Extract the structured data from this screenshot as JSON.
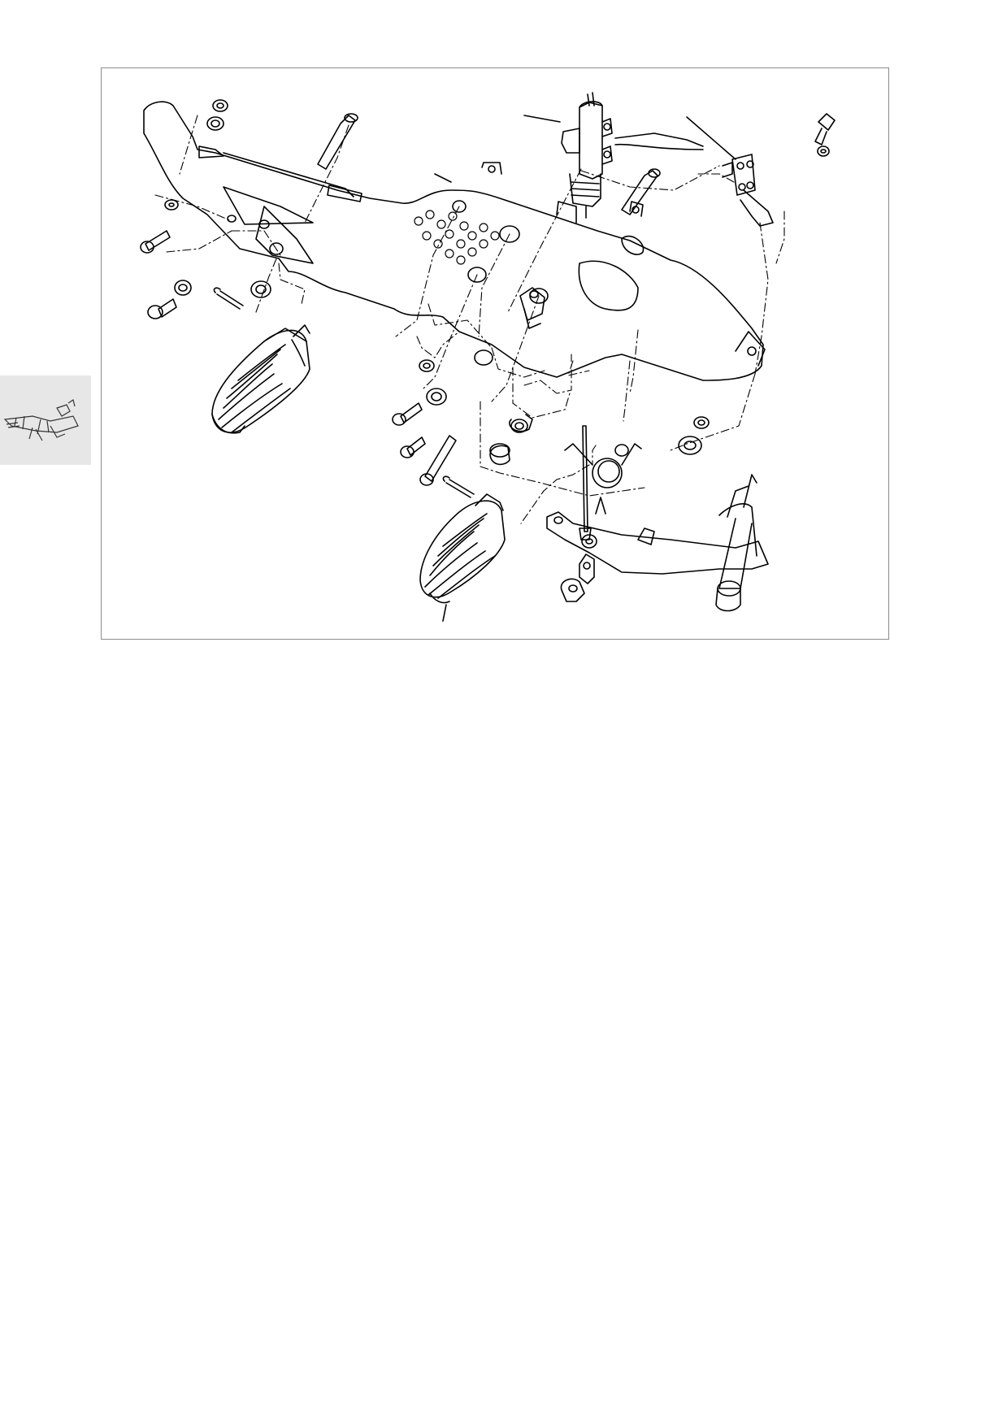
{
  "page": {
    "side_tab_icon": "footrest-assembly-thumbnail-icon",
    "frame_border_color": "#8c8c8c",
    "side_tab_color": "#e7e7e7",
    "line_color": "#000000"
  },
  "diagram": {
    "type": "exploded-view",
    "parts": [
      "footrest-support-plate",
      "left-footpeg",
      "right-footpeg",
      "rear-brake-master-cylinder",
      "brake-light-switch-bracket",
      "brake-pedal",
      "return-spring",
      "pivot-pin",
      "pushrod",
      "clevis",
      "bolts",
      "washers",
      "split-pins"
    ]
  }
}
